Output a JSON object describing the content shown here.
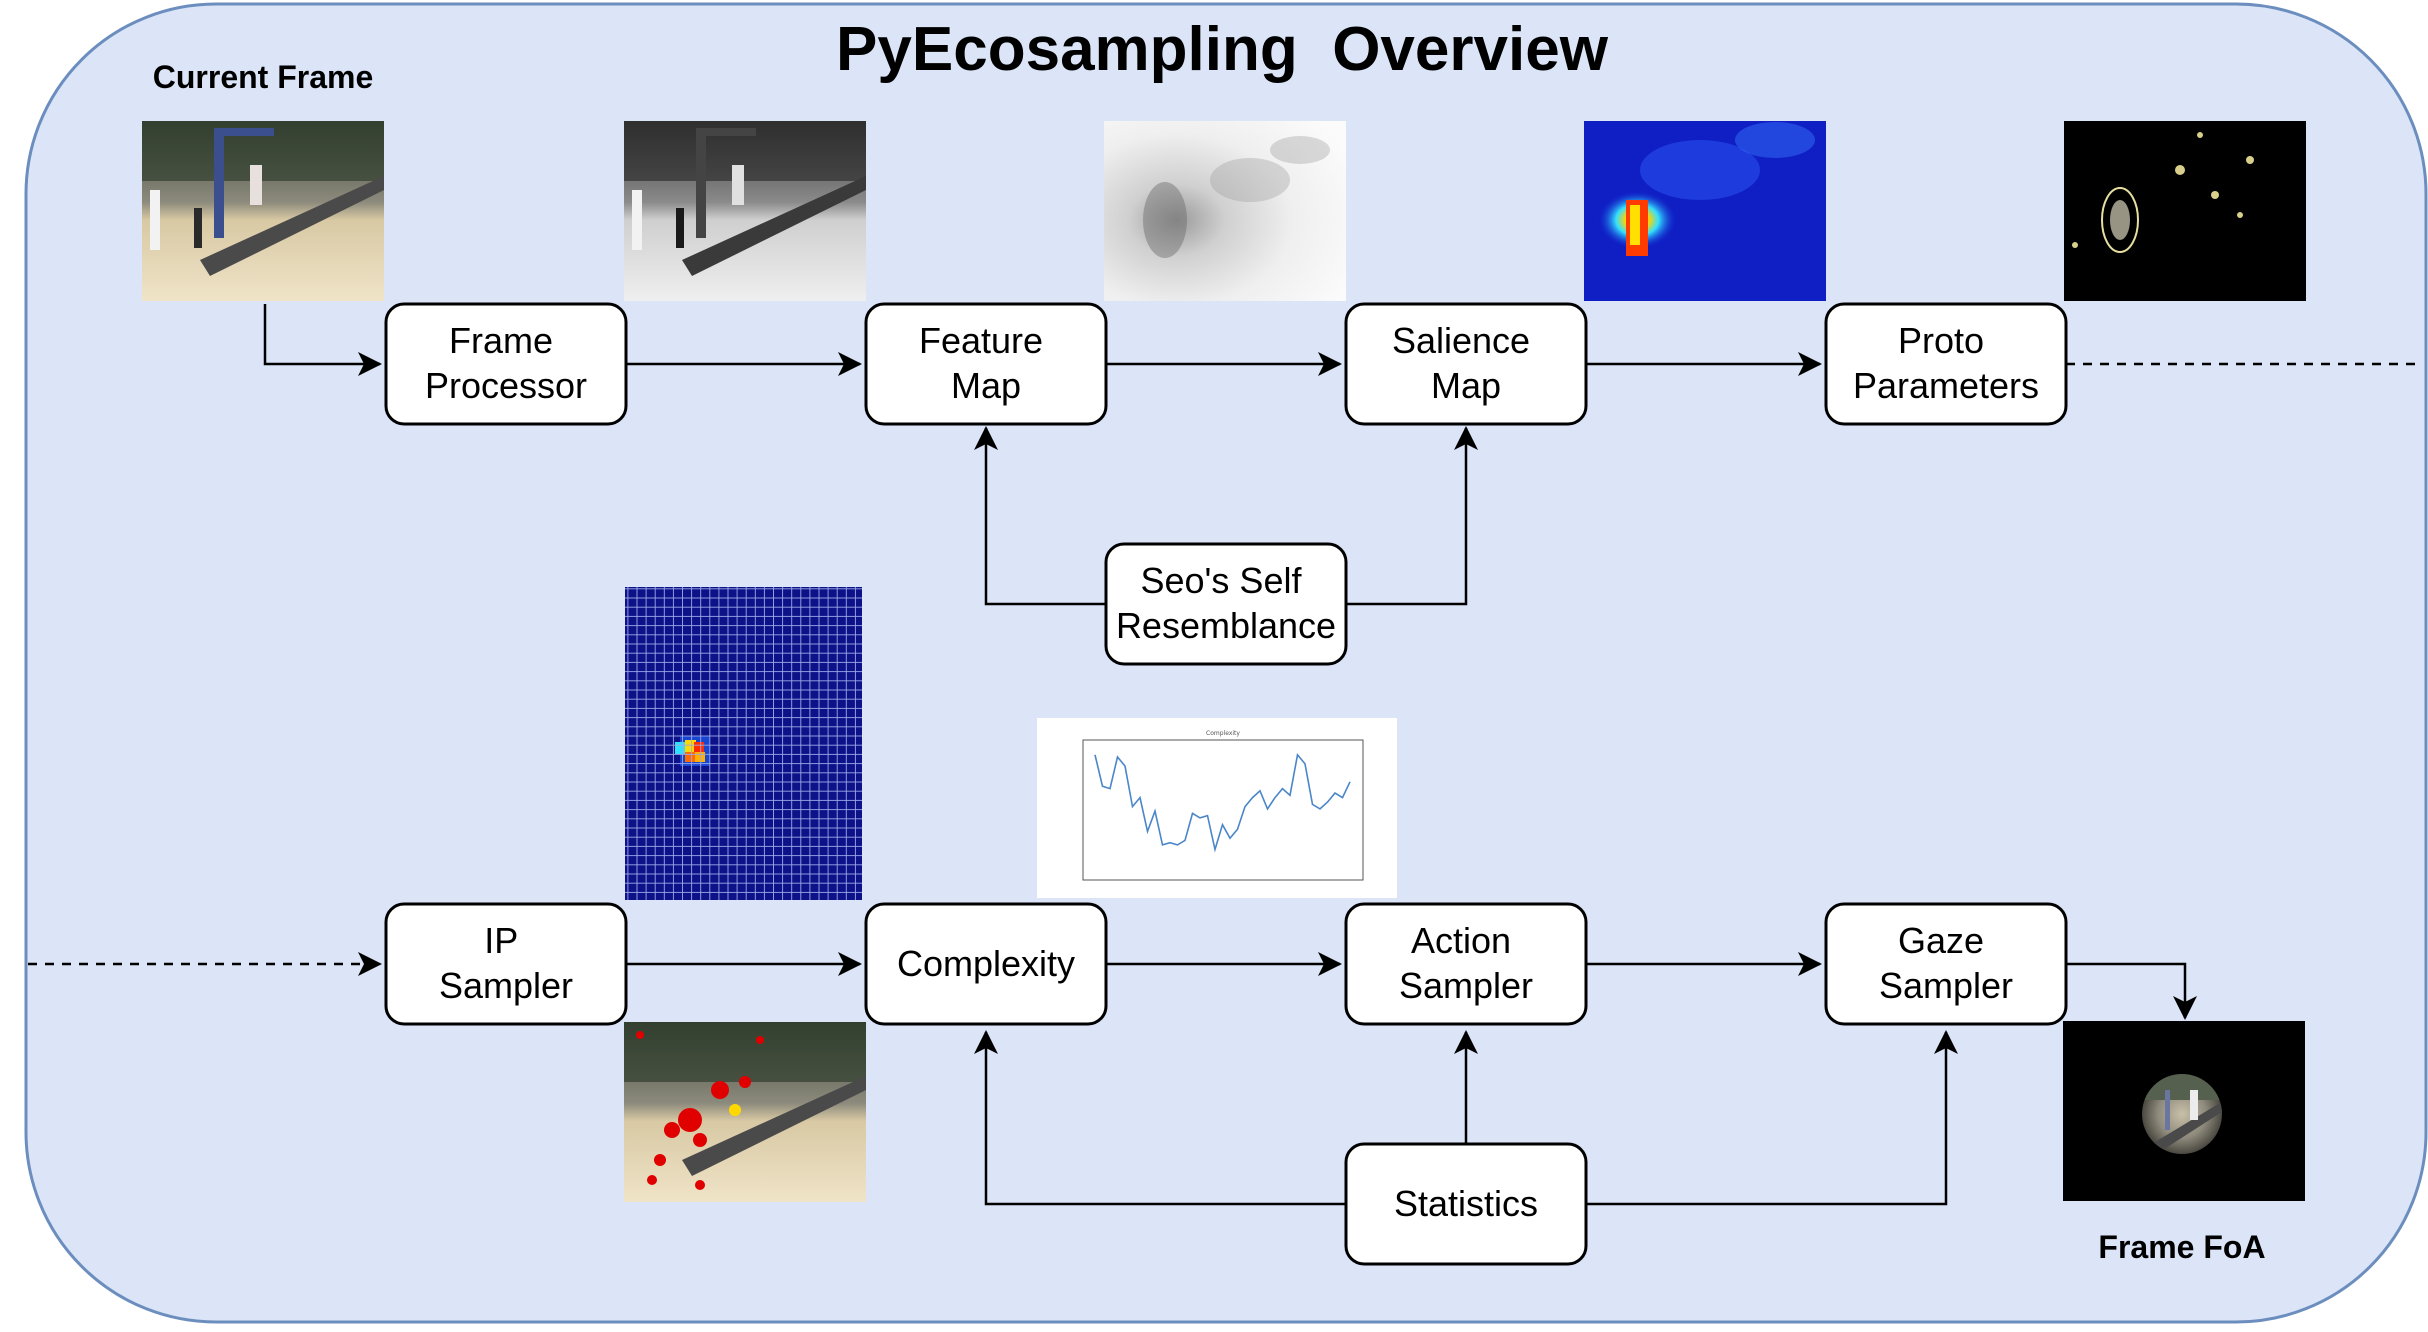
{
  "title": "PyEcosampling  Overview",
  "captions": {
    "current_frame": "Current Frame",
    "frame_foa": "Frame FoA"
  },
  "nodes": {
    "frame_processor": [
      "Frame",
      "Processor"
    ],
    "feature_map": [
      "Feature",
      "Map"
    ],
    "salience_map": [
      "Salience",
      "Map"
    ],
    "proto_parameters": [
      "Proto",
      "Parameters"
    ],
    "seo_self_resemblance": [
      "Seo's Self",
      "Resemblance"
    ],
    "ip_sampler": [
      "IP",
      "Sampler"
    ],
    "complexity": [
      "Complexity"
    ],
    "action_sampler": [
      "Action",
      "Sampler"
    ],
    "gaze_sampler": [
      "Gaze",
      "Sampler"
    ],
    "statistics": [
      "Statistics"
    ]
  },
  "complexity_plot": {
    "title": "Complexity",
    "values": [
      0.52,
      0.38,
      0.37,
      0.51,
      0.47,
      0.29,
      0.33,
      0.18,
      0.27,
      0.12,
      0.13,
      0.12,
      0.14,
      0.26,
      0.24,
      0.25,
      0.1,
      0.21,
      0.15,
      0.19,
      0.29,
      0.33,
      0.36,
      0.28,
      0.33,
      0.37,
      0.34,
      0.52,
      0.48,
      0.3,
      0.28,
      0.31,
      0.35,
      0.33,
      0.4
    ]
  },
  "colors": {
    "background_panel": "#dbe5f7",
    "panel_border": "#6c8ebf",
    "node_fill": "#ffffff",
    "node_stroke": "#000000",
    "plot_line": "#4a86c8"
  },
  "icons": {
    "frame_images": [
      "current-frame-image",
      "processed-frame-image",
      "feature-map-image",
      "salience-map-image",
      "proto-parameters-image",
      "ip-heatmap-image",
      "complexity-plot-image",
      "ip-points-image",
      "frame-foa-image"
    ]
  }
}
